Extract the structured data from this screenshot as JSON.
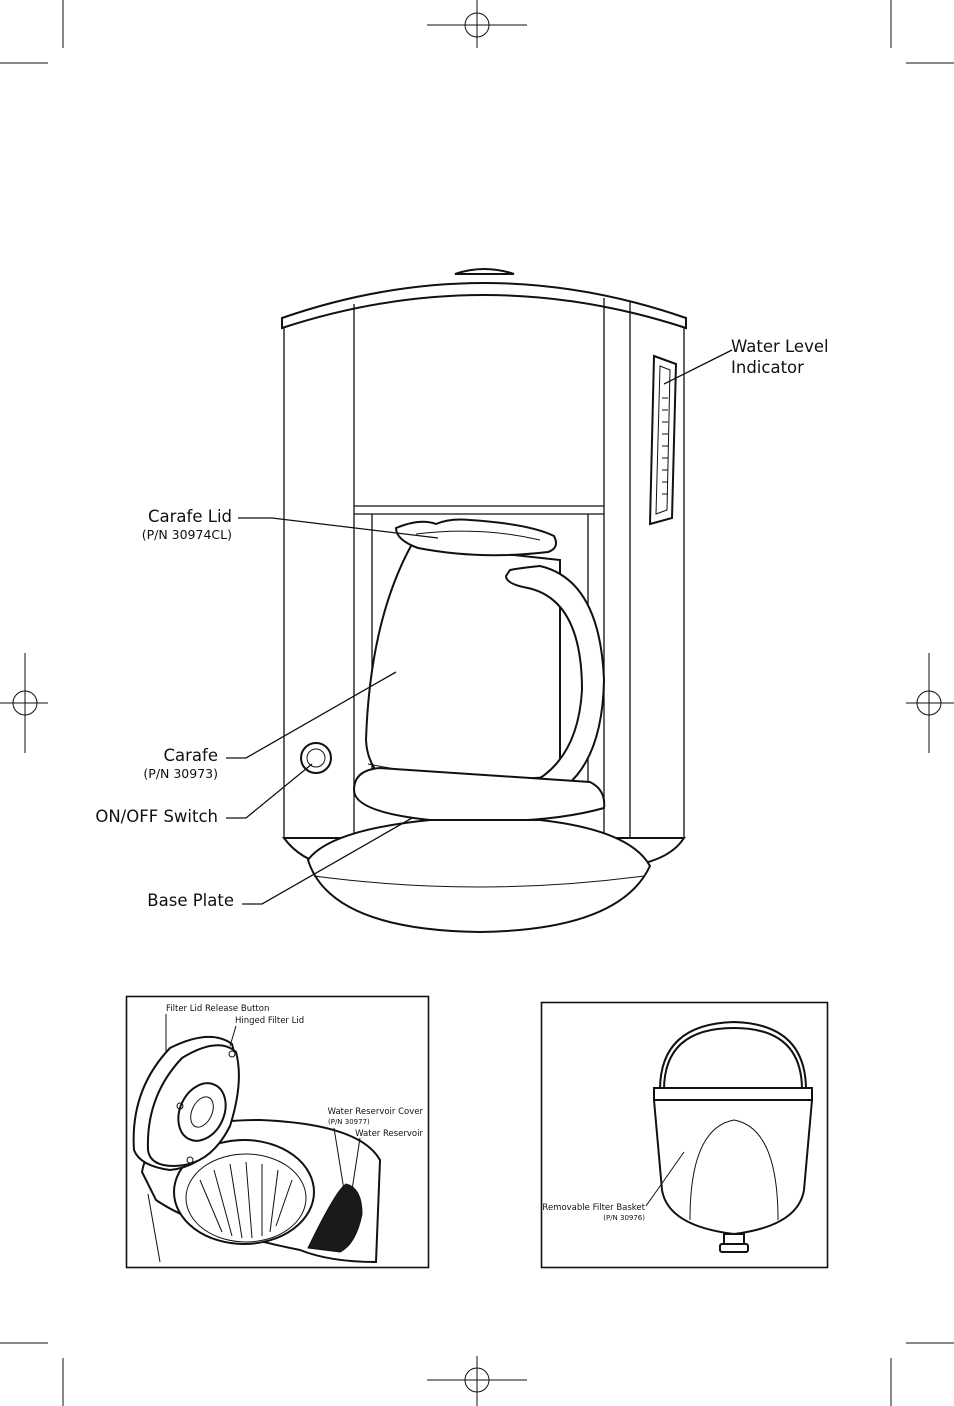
{
  "main_diagram": {
    "labels": {
      "water_level": [
        "Water Level",
        "Indicator"
      ],
      "carafe_lid": "Carafe Lid",
      "carafe_lid_pn": "(P/N 30974CL)",
      "carafe": "Carafe",
      "carafe_pn": "(P/N 30973)",
      "on_off": "ON/OFF Switch",
      "base_plate": "Base Plate"
    }
  },
  "filter_lid_inset": {
    "labels": {
      "release_button": "Filter Lid Release Button",
      "hinged_lid": "Hinged Filter Lid",
      "reservoir_cover": "Water Reservoir Cover",
      "reservoir_cover_pn": "(P/N 30977)",
      "reservoir": "Water Reservoir"
    }
  },
  "filter_basket_inset": {
    "labels": {
      "basket": "Removable Filter Basket",
      "basket_pn": "(P/N 30976)"
    }
  }
}
